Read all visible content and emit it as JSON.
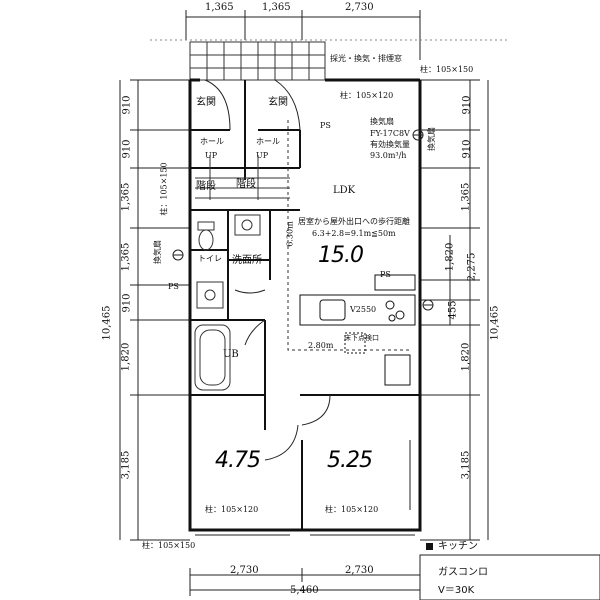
{
  "dimensions": {
    "top": [
      "1,365",
      "1,365",
      "2,730"
    ],
    "bottom": [
      "2,730",
      "2,730"
    ],
    "bottom_total": "5,460",
    "left": [
      "910",
      "910",
      "1,365",
      "1,365",
      "910",
      "1,820",
      "3,185"
    ],
    "left_total": "10,465",
    "right": [
      "910",
      "910",
      "1,365",
      "1,820",
      "1,820",
      "3,185"
    ],
    "right_inner": [
      "2,275",
      "455"
    ],
    "right_total": "10,465"
  },
  "rooms": {
    "entrance_left": "玄関",
    "entrance_right": "玄関",
    "hall_left": "ホール",
    "hall_right": "ホール",
    "stairs_left": "階段",
    "stairs_right": "階段",
    "toilet": "トイレ",
    "washroom": "洗面所",
    "bath": "UB",
    "ldk": "LDK"
  },
  "labels": {
    "up_left": "UP",
    "up_right": "UP",
    "skylight": "採光・換気・排煙窓",
    "ps_1": "PS",
    "ps_2": "PS",
    "ps_3": "PS",
    "exhaust_fan_title": "換気扇",
    "exhaust_fan_model": "FY-17C8V",
    "exhaust_fan_volume_label": "有効換気量",
    "exhaust_fan_volume": "93.0m³/h",
    "exhaust_right": "換気扇",
    "exhaust_left": "換気扇",
    "distance_title": "居室から屋外出口への歩行距離",
    "distance_calc": "6.3+2.8=9.1m≦50m",
    "dist_vertical": "6.30m",
    "dist_horizontal": "2.80m",
    "range_hood": "V2550",
    "underfloor_hatch": "床下点検口",
    "col_top_right": "柱：105×150",
    "col_top_mid": "柱：105×120",
    "col_left": "柱：105×150",
    "col_bottom_left": "柱：105×120",
    "col_bottom_mid": "柱：105×120",
    "col_bottom_outer": "柱：105×150",
    "kitchen_legend": "キッチン",
    "gas_legend": "ガスコンロ",
    "v_legend": "V＝30K"
  },
  "handwritten": {
    "ldk": "15.0",
    "room_left": "4.75",
    "room_right": "5.25"
  }
}
